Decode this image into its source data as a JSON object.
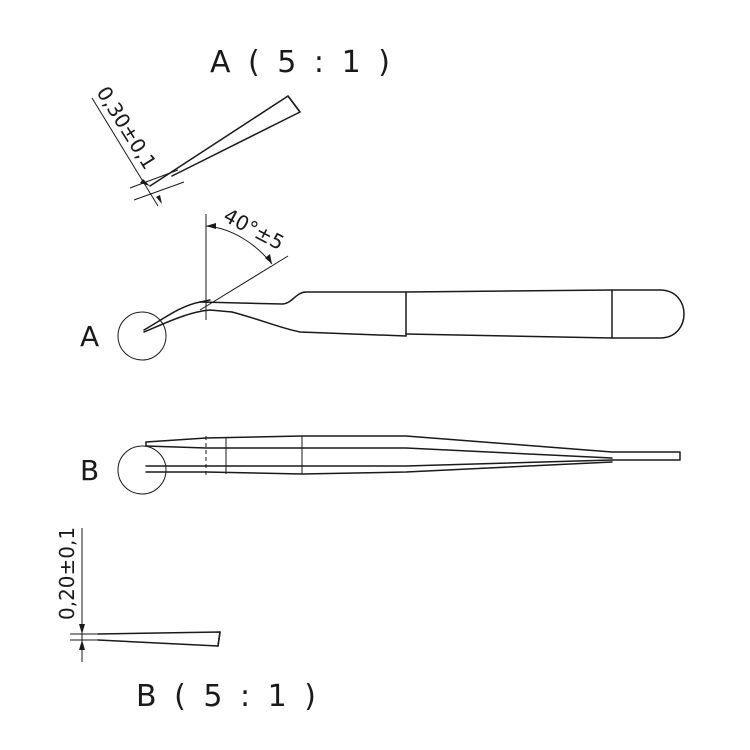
{
  "views": {
    "detail_a_title": "A ( 5 : 1 )",
    "detail_b_title": "B ( 5 : 1 )",
    "view_a_label": "A",
    "view_b_label": "B"
  },
  "dimensions": {
    "tip_thickness_a": "0,30±0,1",
    "tip_thickness_b": "0,20±0,1",
    "bend_angle": "40°±5"
  },
  "colors": {
    "stroke": "#1a1a1a",
    "background": "#ffffff"
  }
}
